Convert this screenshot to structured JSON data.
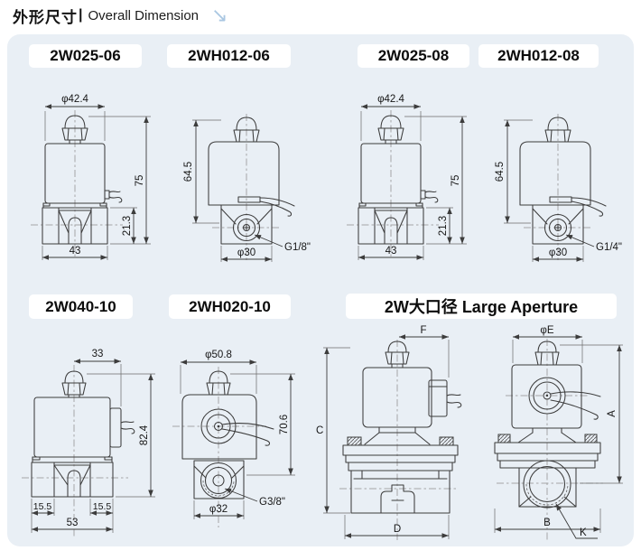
{
  "header": {
    "title_zh": "外形尺寸",
    "divider": "|",
    "title_en": "Overall Dimension",
    "arrow_glyph": "↘"
  },
  "colors": {
    "panel_bg": "#e9eff5",
    "badge_bg": "#ffffff",
    "line": "#3c3c3c",
    "accent_arrow": "#aac7e2"
  },
  "models": {
    "m1": "2W025-06",
    "m2": "2WH012-06",
    "m3": "2W025-08",
    "m4": "2WH012-08",
    "m5": "2W040-10",
    "m6": "2WH020-10",
    "m7": "2W大口径 Large Aperture"
  },
  "dims": {
    "d1": {
      "top_diameter": "φ42.4",
      "overall_height": "75",
      "body_height": "21.3",
      "body_width": "43"
    },
    "d2": {
      "overall_height": "64.5",
      "port_diameter": "φ30",
      "thread": "G1/8\""
    },
    "d3": {
      "top_diameter": "φ42.4",
      "overall_height": "75",
      "body_height": "21.3",
      "body_width": "43"
    },
    "d4": {
      "overall_height": "64.5",
      "port_diameter": "φ30",
      "thread": "G1/4\""
    },
    "d5": {
      "top_offset": "33",
      "overall_height": "82.4",
      "left_offset": "15.5",
      "right_offset": "15.5",
      "body_width": "53"
    },
    "d6": {
      "top_diameter": "φ50.8",
      "overall_height": "70.6",
      "thread": "G3/8\"",
      "port_diameter": "φ32"
    },
    "d7": {
      "top_width": "F",
      "overall_height": "C",
      "body_width": "D"
    },
    "d8": {
      "top_diameter": "φE",
      "overall_height": "A",
      "body_width": "B",
      "port_label": "K"
    }
  }
}
